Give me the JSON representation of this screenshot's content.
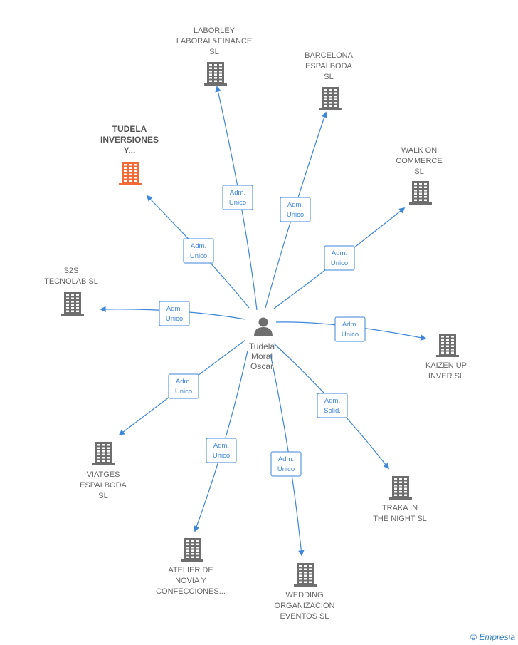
{
  "center": {
    "name": "Tudela\nMoral\nOscar",
    "icon": "person-icon"
  },
  "companies": [
    {
      "id": "laborley",
      "label": [
        "LABORLEY",
        "LABORAL&FINANCE",
        "SL"
      ],
      "role": [
        "Adm.",
        "Unico"
      ],
      "highlight": false
    },
    {
      "id": "barcelona-espai-boda",
      "label": [
        "BARCELONA",
        "ESPAI BODA",
        "SL"
      ],
      "role": [
        "Adm.",
        "Unico"
      ],
      "highlight": false
    },
    {
      "id": "walk-on-commerce",
      "label": [
        "WALK ON",
        "COMMERCE",
        "SL"
      ],
      "role": [
        "Adm.",
        "Unico"
      ],
      "highlight": false
    },
    {
      "id": "tudela-inversiones",
      "label": [
        "TUDELA",
        "INVERSIONES",
        "Y..."
      ],
      "role": [
        "Adm.",
        "Unico"
      ],
      "highlight": true
    },
    {
      "id": "s2s-tecnolab",
      "label": [
        "S2S",
        "TECNOLAB  SL"
      ],
      "role": [
        "Adm.",
        "Unico"
      ],
      "highlight": false
    },
    {
      "id": "kaizen-up-inver",
      "label": [
        "KAIZEN UP",
        "INVER  SL"
      ],
      "role": [
        "Adm.",
        "Unico"
      ],
      "highlight": false
    },
    {
      "id": "viatges-espai-boda",
      "label": [
        "VIATGES",
        "ESPAI BODA",
        "SL"
      ],
      "role": [
        "Adm.",
        "Unico"
      ],
      "highlight": false
    },
    {
      "id": "traka-in-the-night",
      "label": [
        "TRAKA IN",
        "THE NIGHT  SL"
      ],
      "role": [
        "Adm.",
        "Solid."
      ],
      "highlight": false
    },
    {
      "id": "atelier-de-novia",
      "label": [
        "ATELIER DE",
        "NOVIA Y",
        "CONFECCIONES..."
      ],
      "role": [
        "Adm.",
        "Unico"
      ],
      "highlight": false
    },
    {
      "id": "wedding-organizacion",
      "label": [
        "WEDDING",
        "ORGANIZACION",
        "EVENTOS  SL"
      ],
      "role": [
        "Adm.",
        "Unico"
      ],
      "highlight": false
    }
  ],
  "colors": {
    "edge": "#3e86d8",
    "building": "#6e6e6e",
    "building_highlight": "#f26b36",
    "person": "#6e6e6e"
  },
  "footer": {
    "copyright": "©",
    "brand": "Empresia"
  }
}
